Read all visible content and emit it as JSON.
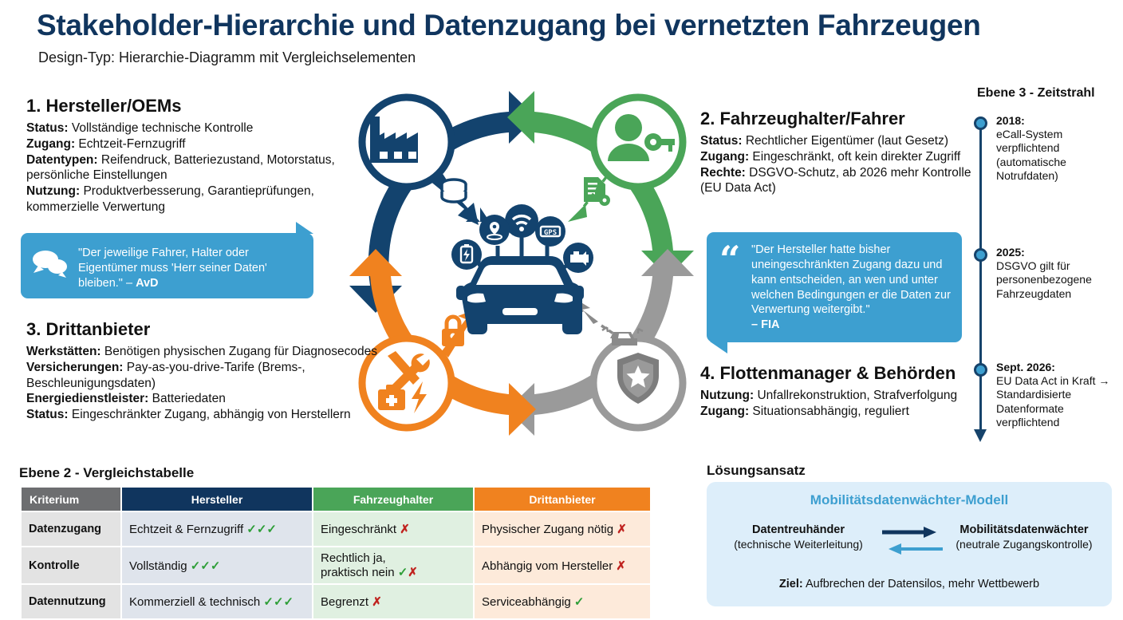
{
  "header": {
    "title": "Stakeholder-Hierarchie und Datenzugang bei vernetzten Fahrzeugen",
    "subtitle": "Design-Typ: Hierarchie-Diagramm mit Vergleichselementen"
  },
  "stakeholders": {
    "oem": {
      "heading": "1. Hersteller/OEMs",
      "rows": [
        {
          "label": "Status:",
          "value": " Vollständige technische Kontrolle"
        },
        {
          "label": "Zugang:",
          "value": " Echtzeit-Fernzugriff"
        },
        {
          "label": "Datentypen:",
          "value": " Reifendruck, Batteriezustand, Motorstatus, persönliche Einstellungen"
        },
        {
          "label": "Nutzung:",
          "value": " Produktverbesserung, Garantieprüfungen, kommerzielle Verwertung"
        }
      ]
    },
    "owner": {
      "heading": "2. Fahrzeughalter/Fahrer",
      "rows": [
        {
          "label": "Status:",
          "value": " Rechtlicher Eigentümer (laut Gesetz)"
        },
        {
          "label": "Zugang:",
          "value": " Eingeschränkt, oft kein direkter Zugriff"
        },
        {
          "label": "Rechte:",
          "value": " DSGVO-Schutz, ab 2026 mehr Kontrolle (EU Data Act)"
        }
      ]
    },
    "third": {
      "heading": "3. Drittanbieter",
      "rows": [
        {
          "label": "Werkstätten:",
          "value": " Benötigen physischen Zugang für Diagnosecodes"
        },
        {
          "label": "Versicherungen:",
          "value": " Pay-as-you-drive-Tarife (Brems-, Beschleunigungsdaten)"
        },
        {
          "label": "Energiedienstleister:",
          "value": " Batteriedaten"
        },
        {
          "label": "Status:",
          "value": " Eingeschränkter Zugang, abhängig von Herstellern"
        }
      ]
    },
    "fleet": {
      "heading": "4. Flottenmanager & Behörden",
      "rows": [
        {
          "label": "Nutzung:",
          "value": " Unfallrekonstruktion, Strafverfolgung"
        },
        {
          "label": "Zugang:",
          "value": " Situationsabhängig, reguliert"
        }
      ]
    }
  },
  "quotes": {
    "avd": {
      "text": "\"Der jeweilige Fahrer, Halter oder Eigentümer muss 'Herr seiner Daten' bleiben.\" – ",
      "source": "AvD"
    },
    "fia": {
      "text": "\"Der Hersteller hatte bisher uneingeschränkten Zugang dazu und kann entscheiden, an wen und unter welchen Bedingungen er die Daten zur Verwertung weitergibt.\"",
      "source": "– FIA"
    }
  },
  "timeline": {
    "title": "Ebene 3 - Zeitstrahl",
    "items": [
      {
        "year": "2018:",
        "text": "eCall-System verpflichtend (automatische Notrufdaten)"
      },
      {
        "year": "2025:",
        "text": "DSGVO gilt für personenbezogene Fahrzeugdaten"
      },
      {
        "year": "Sept. 2026:",
        "text": "EU Data Act in Kraft → Standardisierte Datenformate verpflichtend"
      }
    ]
  },
  "table": {
    "title": "Ebene 2 - Vergleichstabelle",
    "headers": [
      "Kriterium",
      "Hersteller",
      "Fahrzeughalter",
      "Drittanbieter"
    ],
    "rows": [
      {
        "criterion": "Datenzugang",
        "hersteller": "Echtzeit & Fernzugriff ",
        "hersteller_mark": "✓✓✓",
        "hersteller_mark_type": "ok",
        "fahrzeughalter": "Eingeschränkt ",
        "fahrzeughalter_mark": "✗",
        "fahrzeughalter_mark_type": "no",
        "drittanbieter": "Physischer Zugang nötig ",
        "drittanbieter_mark": "✗",
        "drittanbieter_mark_type": "no"
      },
      {
        "criterion": "Kontrolle",
        "hersteller": "Vollständig ",
        "hersteller_mark": "✓✓✓",
        "hersteller_mark_type": "ok",
        "fahrzeughalter": "Rechtlich ja,\npraktisch nein ",
        "fahrzeughalter_mark": "✓✗",
        "fahrzeughalter_mark_type": "mixed",
        "drittanbieter": "Abhängig vom Hersteller ",
        "drittanbieter_mark": "✗",
        "drittanbieter_mark_type": "no"
      },
      {
        "criterion": "Datennutzung",
        "hersteller": "Kommerziell & technisch ",
        "hersteller_mark": "✓✓✓",
        "hersteller_mark_type": "ok",
        "fahrzeughalter": "Begrenzt ",
        "fahrzeughalter_mark": "✗",
        "fahrzeughalter_mark_type": "no",
        "drittanbieter": "Serviceabhängig ",
        "drittanbieter_mark": "✓",
        "drittanbieter_mark_type": "ok"
      }
    ]
  },
  "solution": {
    "title": "Lösungsansatz",
    "model": "Mobilitätsdatenwächter-Modell",
    "left_bold": "Datentreuhänder",
    "left_sub": "(technische Weiterleitung)",
    "right_bold": "Mobilitätsdatenwächter",
    "right_sub": "(neutrale Zugangskontrolle)",
    "goal_label": "Ziel:",
    "goal_text": " Aufbrechen der Datensilos, mehr Wettbewerb"
  },
  "diagram": {
    "icons": {
      "factory": "factory-icon",
      "person_key": "person-key-icon",
      "tools": "tools-icon",
      "police_badge": "police-badge-icon",
      "car": "car-icon",
      "wifi": "wifi-icon",
      "location": "location-pin-icon",
      "gps": "gps-icon",
      "battery": "battery-icon",
      "engine": "engine-icon",
      "lock": "lock-icon",
      "database": "database-icon",
      "document": "document-icon"
    },
    "gps_label": "GPS"
  },
  "colors": {
    "navy": "#10355e",
    "green": "#4aa558",
    "orange": "#f0821f",
    "gray": "#9a9a9a",
    "blue": "#3d9fd0",
    "lightblue_box": "#ddeefa",
    "check_green": "#2e9e38",
    "cross_red": "#c0231f"
  }
}
